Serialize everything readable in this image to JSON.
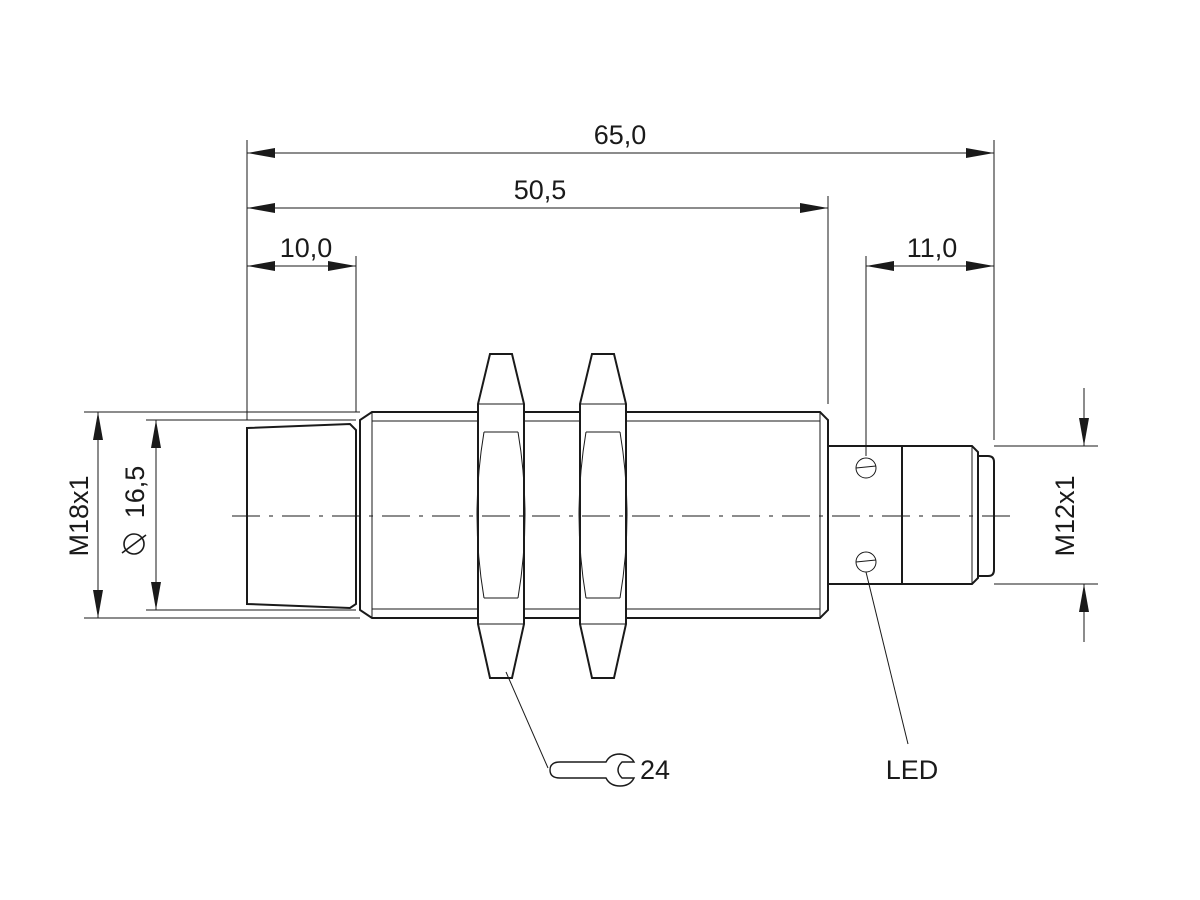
{
  "drawing": {
    "dimensions": {
      "overall_length": "65,0",
      "body_length": "50,5",
      "sensing_face_length": "10,0",
      "connector_length": "11,0",
      "body_thread": "M18x1",
      "face_diameter": "16,5",
      "connector_thread": "M12x1"
    },
    "symbols": {
      "diameter": "diameter-symbol",
      "wrench": "wrench-icon"
    },
    "callouts": {
      "wrench_size": "24",
      "led": "LED"
    }
  }
}
